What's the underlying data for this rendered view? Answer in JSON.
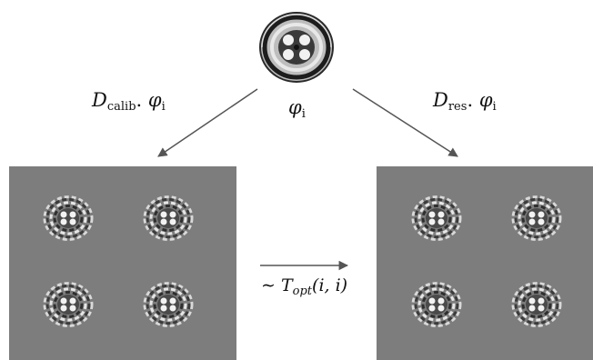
{
  "mode_label": {
    "symbol": "φ",
    "subscript": "i"
  },
  "left_label": {
    "operator": "D",
    "subscript": "calib",
    "separator": ".",
    "symbol": "φ",
    "symbol_subscript": "i"
  },
  "right_label": {
    "operator": "D",
    "subscript": "res",
    "separator": ".",
    "symbol": "φ",
    "symbol_subscript": "i"
  },
  "transfer_label": {
    "prefix": "∼",
    "name": "T",
    "name_subscript": "opt",
    "args": "(i, i)"
  },
  "colors": {
    "background": "#ffffff",
    "panel": "#7d7d7d",
    "arrow": "#555555"
  }
}
